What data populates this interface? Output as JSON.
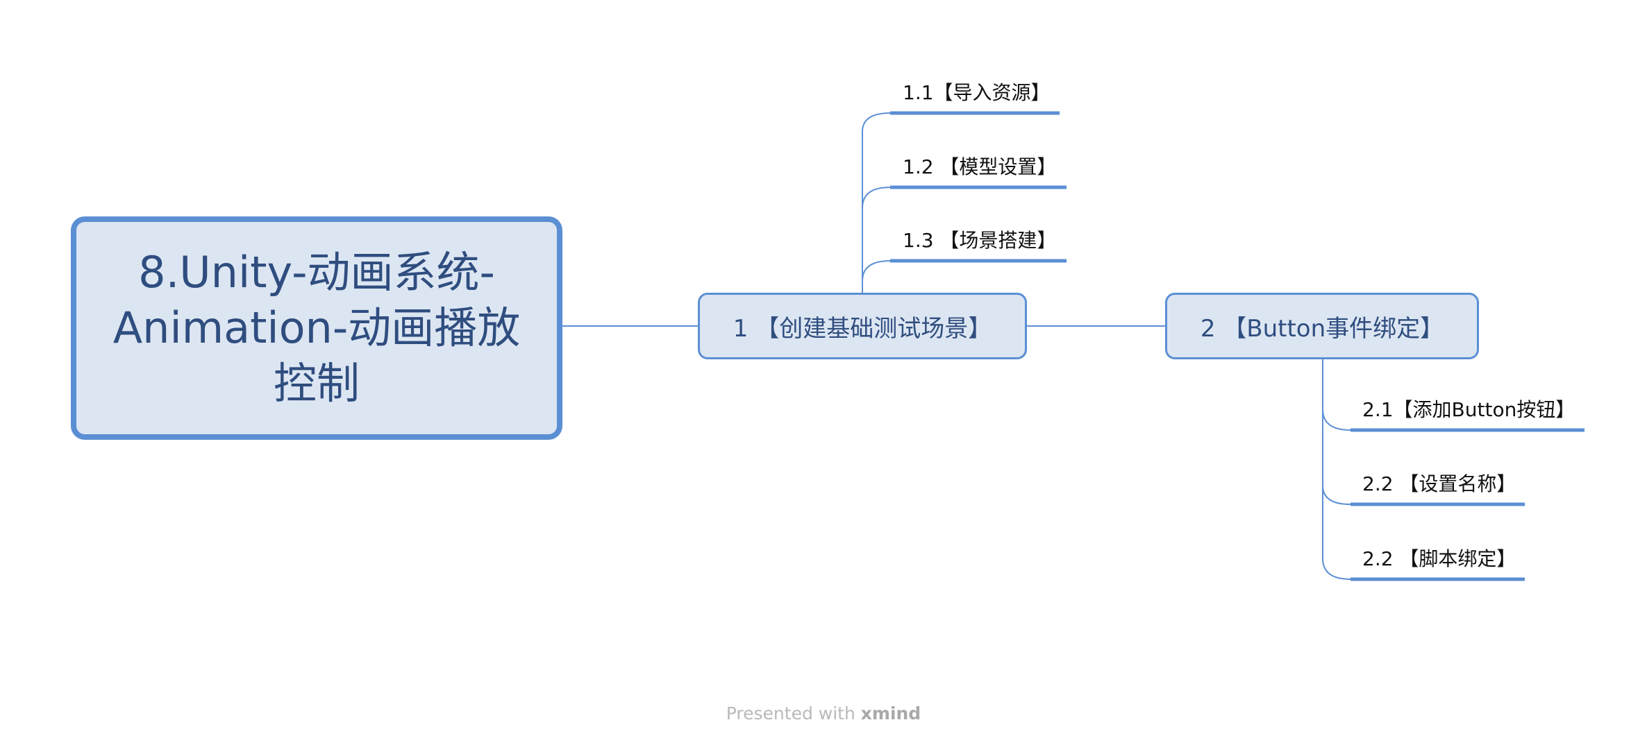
{
  "colors": {
    "accent": "#5b8fd4",
    "box_fill": "#dce6f2",
    "box_text": "#2f4d7f",
    "footer_text": "#b9b9b9"
  },
  "root": {
    "lines": [
      "8.Unity-动画系统-",
      "Animation-动画播放",
      "控制"
    ]
  },
  "branches": [
    {
      "label": "1 【创建基础测试场景】",
      "children": [
        "1.1【导入资源】",
        "1.2 【模型设置】",
        "1.3 【场景搭建】"
      ]
    },
    {
      "label": "2 【Button事件绑定】",
      "children": [
        "2.1【添加Button按钮】",
        "2.2 【设置名称】",
        "2.2 【脚本绑定】"
      ]
    }
  ],
  "footer": {
    "prefix": "Presented with ",
    "brand": "xmind"
  }
}
